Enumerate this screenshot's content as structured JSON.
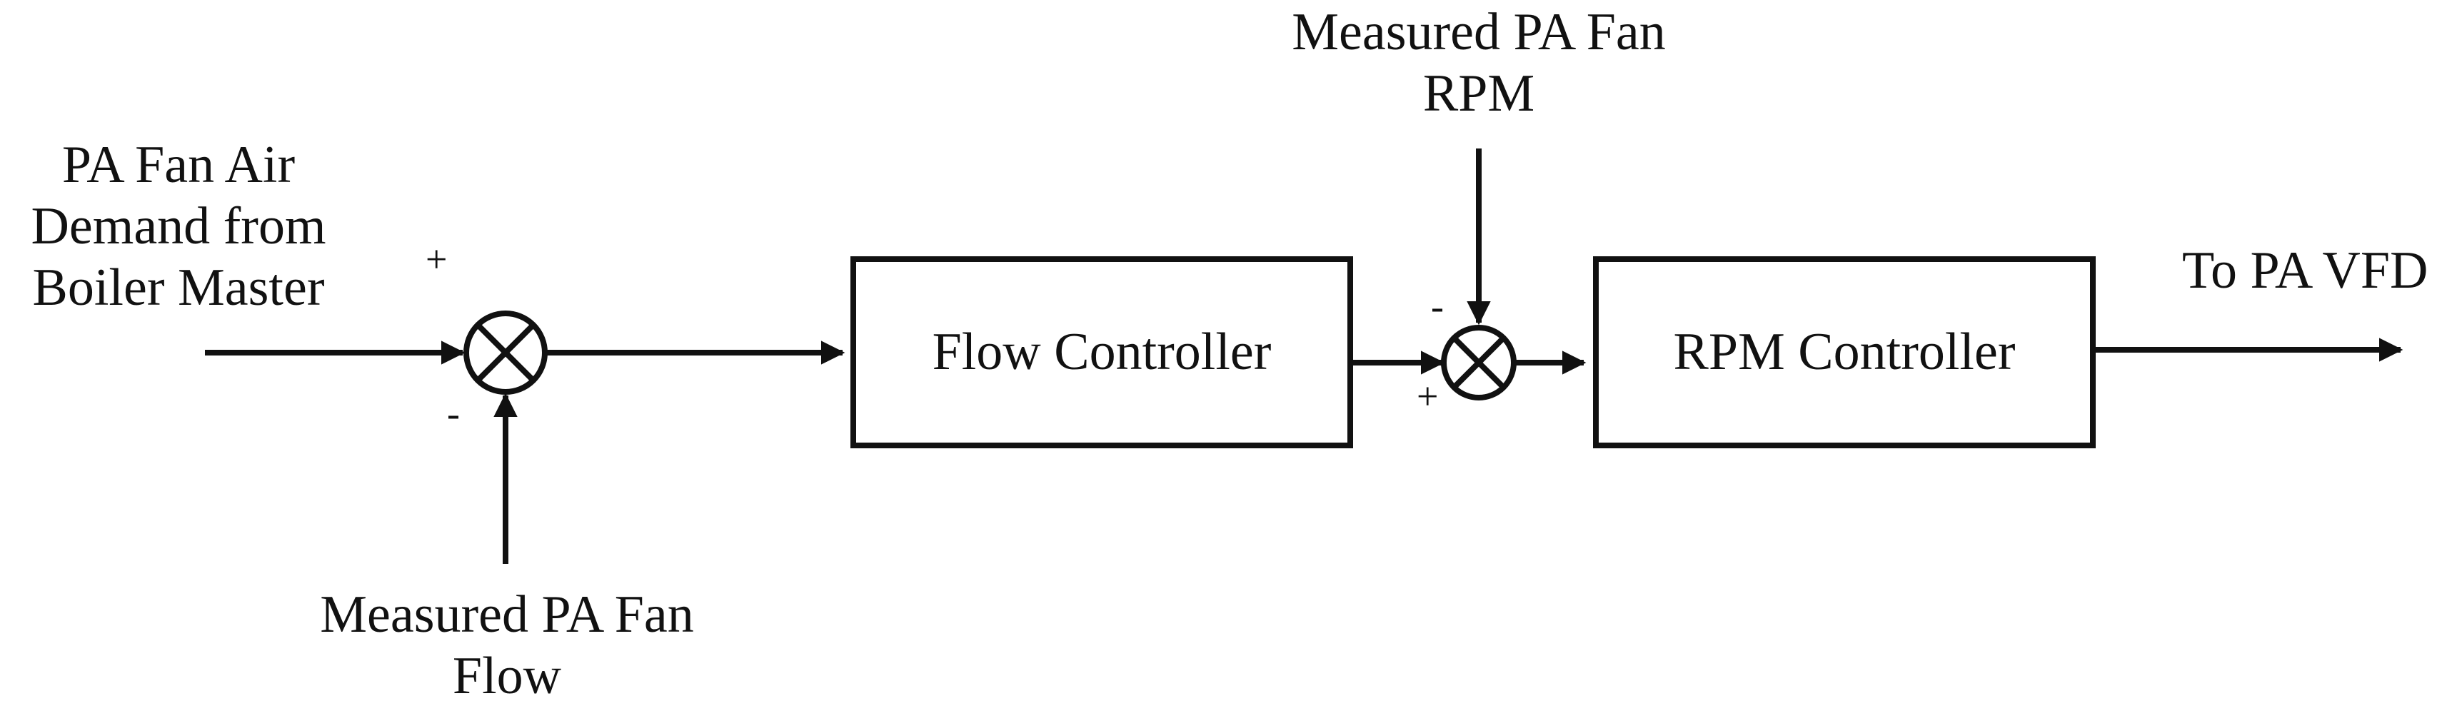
{
  "inputs": {
    "demand_line1": "PA Fan Air",
    "demand_line2": "Demand from",
    "demand_line3": "Boiler Master",
    "flow_meas_line1": "Measured PA Fan",
    "flow_meas_line2": "Flow",
    "rpm_meas_line1": "Measured PA Fan",
    "rpm_meas_line2": "RPM"
  },
  "blocks": {
    "flow_controller": "Flow Controller",
    "rpm_controller": "RPM Controller"
  },
  "output": {
    "label": "To PA VFD"
  },
  "summing_junction_1": {
    "plus_sign": "+",
    "minus_sign": "-"
  },
  "summing_junction_2": {
    "plus_sign": "+",
    "minus_sign": "-"
  },
  "colors": {
    "stroke": "#111111",
    "background": "#ffffff"
  }
}
